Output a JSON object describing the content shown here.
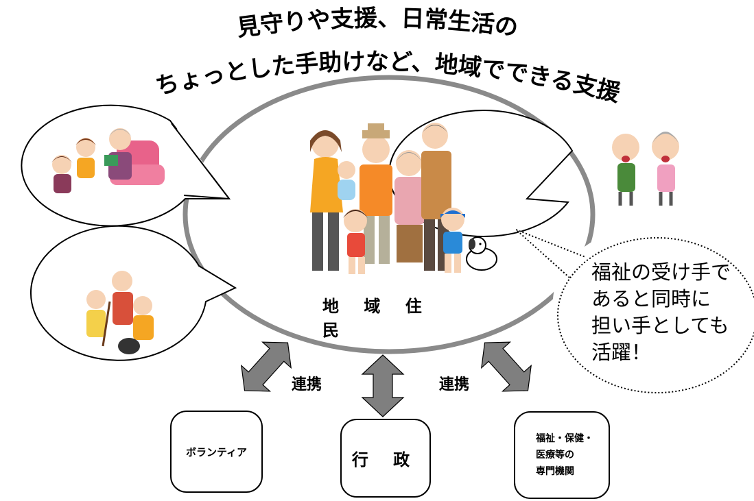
{
  "title": {
    "line1": "見守りや支援、日常生活の",
    "line2": "ちょっとした手助けなど、地域でできる支援"
  },
  "center": {
    "label": "地 域 住 民"
  },
  "speech_bubble": {
    "lines": [
      "福祉の受け手で",
      "あると同時に",
      "担い手としても",
      "活躍！"
    ]
  },
  "links": {
    "left": "連携",
    "right": "連携"
  },
  "organizations": {
    "volunteer": "ボランティア",
    "government": "行 政",
    "welfare": [
      "福祉・保健・",
      "医療等の",
      "専門機関"
    ]
  },
  "colors": {
    "ellipse_stroke": "#8a8a8a",
    "arrow_fill": "#7f7f7f",
    "orange": "#f4a040",
    "skin": "#f6d2b4"
  },
  "illustrations": {
    "center": "family-group",
    "top-left": "grandmother-reading-to-children",
    "bottom-left": "elderly-helping-cleanup",
    "top-right": "elderly-couple-exercising",
    "dog": "dog-icon"
  }
}
